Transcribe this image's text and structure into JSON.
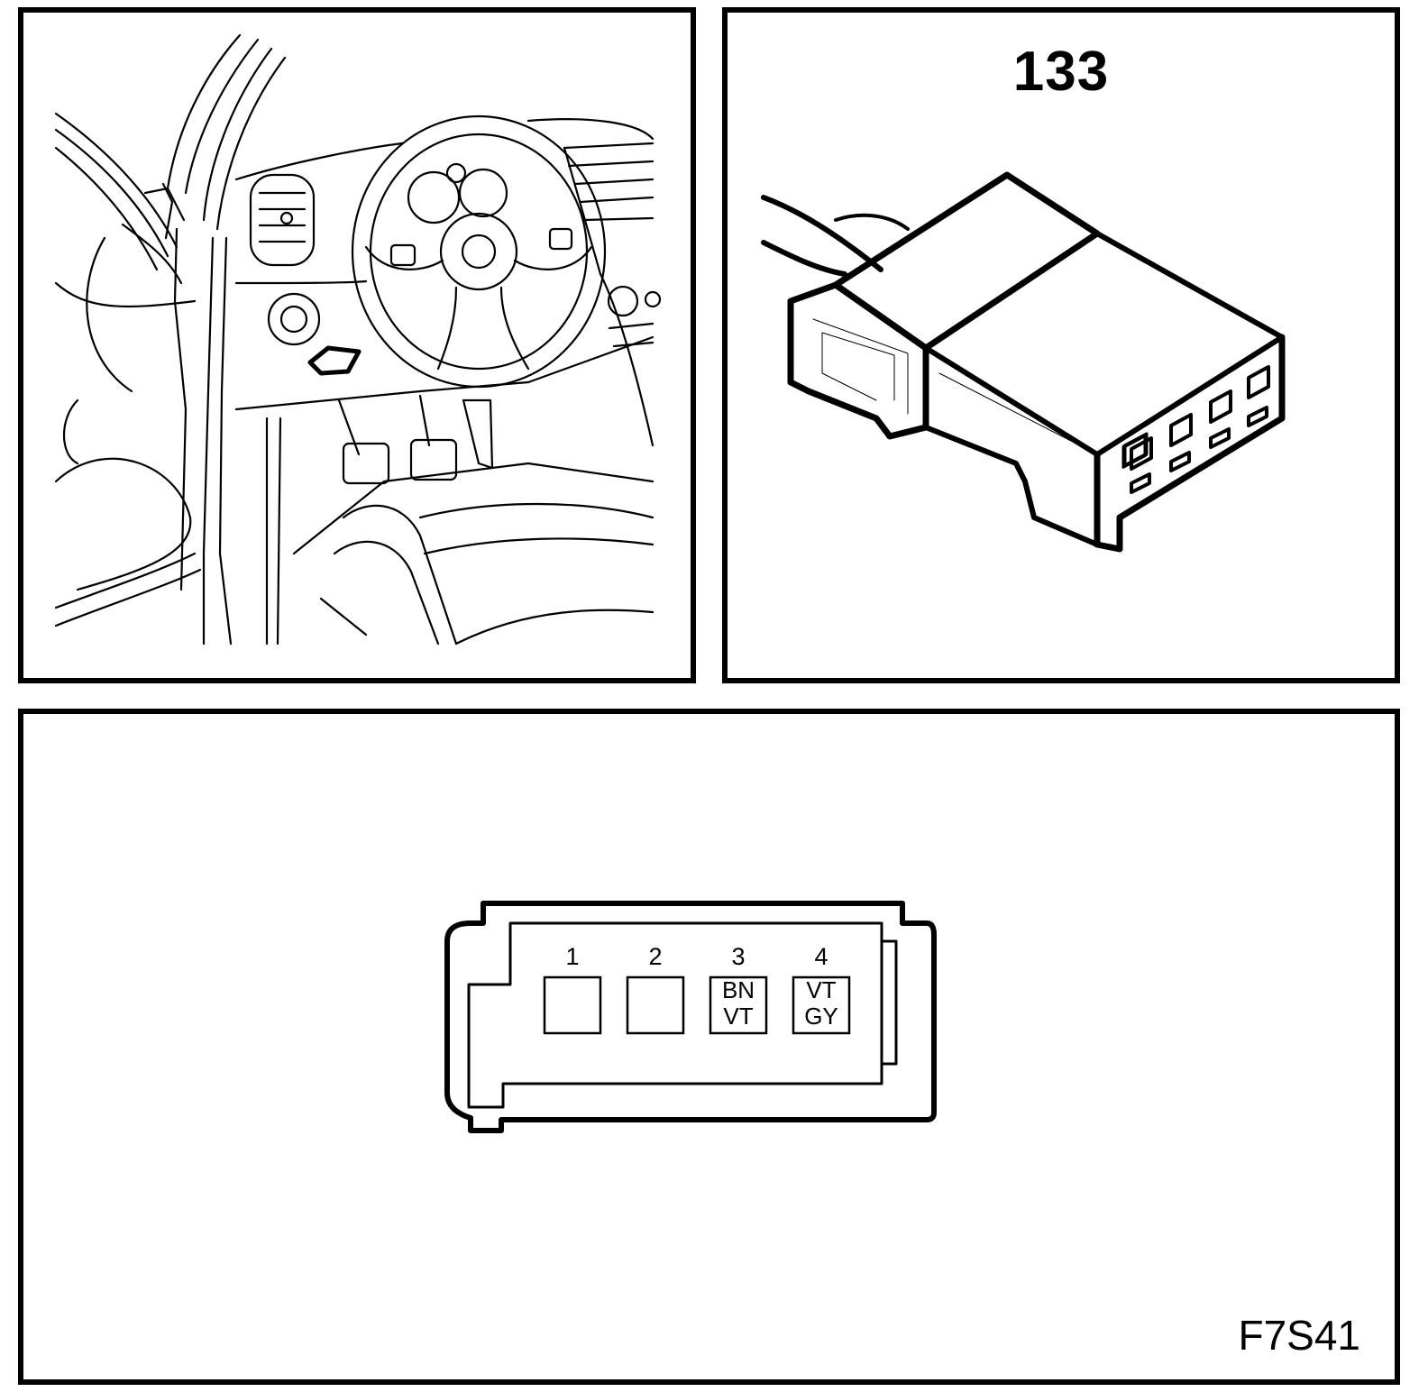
{
  "connector": {
    "id": "133"
  },
  "figure_code": "F7S41",
  "pins": [
    {
      "number": "1",
      "colors": [
        "",
        ""
      ]
    },
    {
      "number": "2",
      "colors": [
        "",
        ""
      ]
    },
    {
      "number": "3",
      "colors": [
        "BN",
        "VT"
      ]
    },
    {
      "number": "4",
      "colors": [
        "VT",
        "GY"
      ]
    }
  ]
}
